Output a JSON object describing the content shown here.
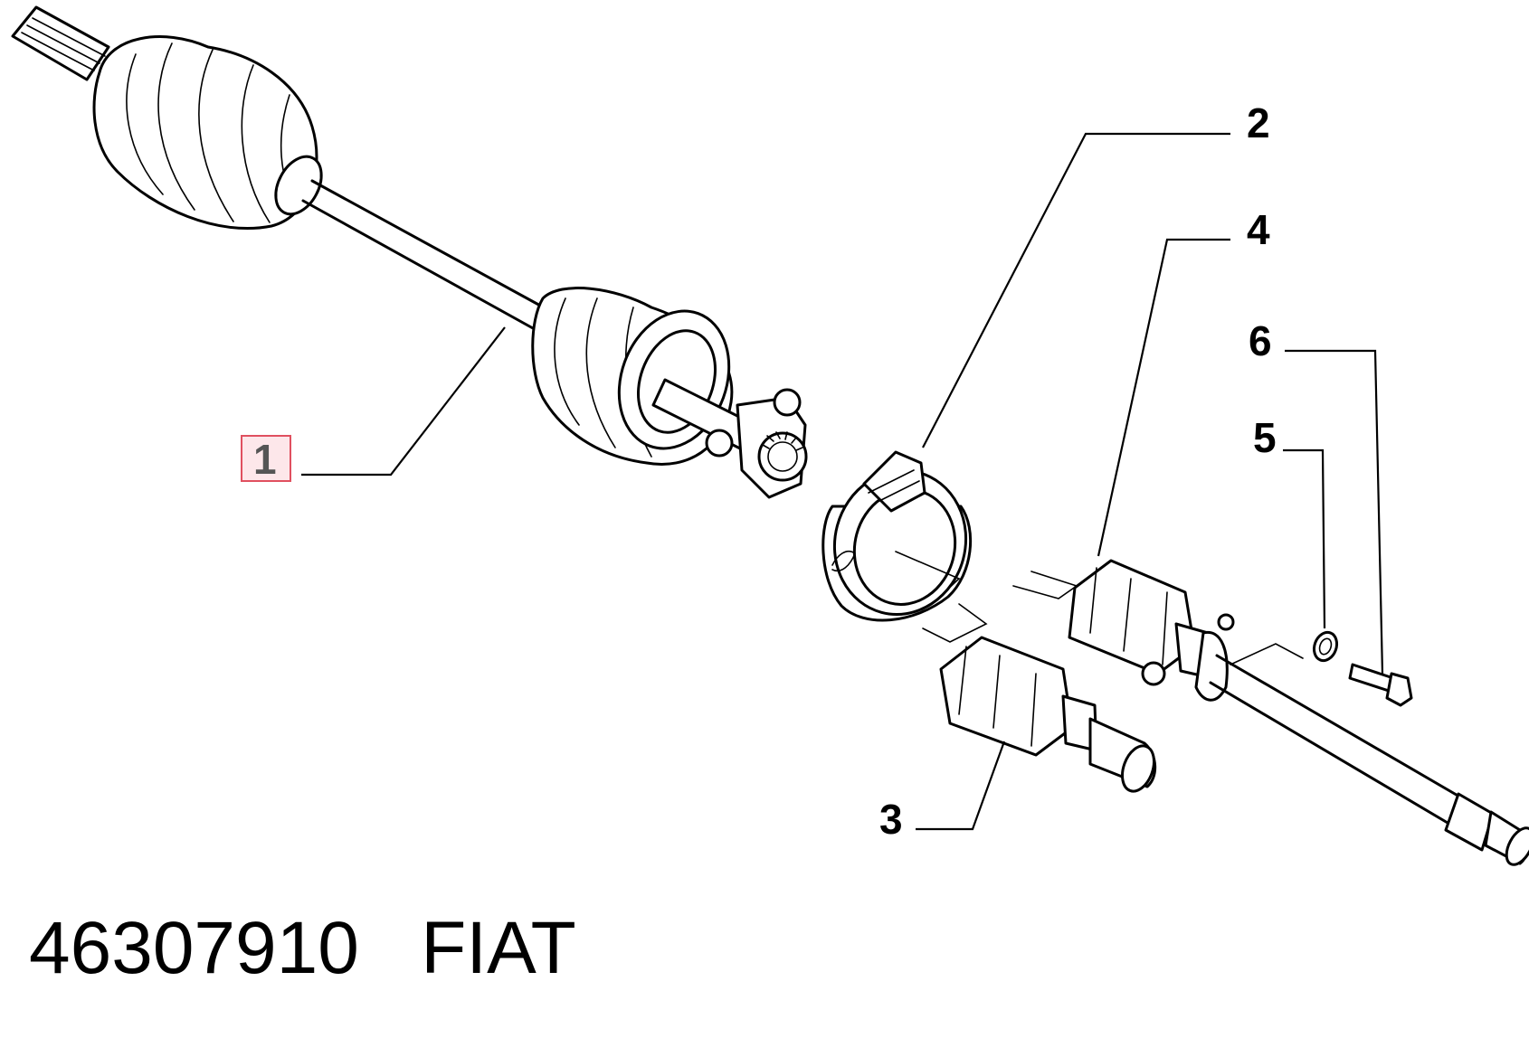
{
  "callouts": [
    {
      "id": "1",
      "label": "1",
      "highlighted": true
    },
    {
      "id": "2",
      "label": "2",
      "highlighted": false
    },
    {
      "id": "3",
      "label": "3",
      "highlighted": false
    },
    {
      "id": "4",
      "label": "4",
      "highlighted": false
    },
    {
      "id": "5",
      "label": "5",
      "highlighted": false
    },
    {
      "id": "6",
      "label": "6",
      "highlighted": false
    }
  ],
  "caption": {
    "part_number": "46307910",
    "brand": "FIAT"
  },
  "colors": {
    "line": "#000000",
    "highlight_fill": "#fde7ea",
    "highlight_border": "#e0505f",
    "highlight_text": "#555555"
  }
}
